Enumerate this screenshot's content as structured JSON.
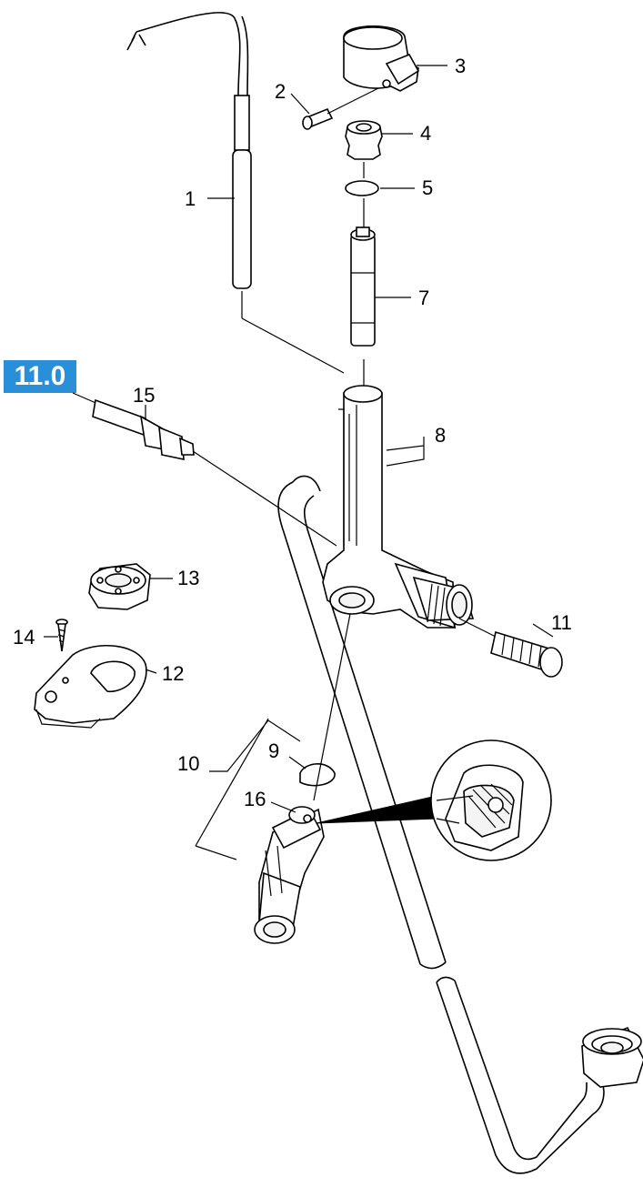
{
  "section_badge": "11.0",
  "callouts": {
    "c1": "1",
    "c2": "2",
    "c3": "3",
    "c4": "4",
    "c5": "5",
    "c7": "7",
    "c8": "8",
    "c9": "9",
    "c10": "10",
    "c11": "11",
    "c12": "12",
    "c13": "13",
    "c14": "14",
    "c15": "15",
    "c16": "16"
  },
  "colors": {
    "badge": "#2a8fd9",
    "line": "#000000",
    "fill": "#ffffff"
  }
}
